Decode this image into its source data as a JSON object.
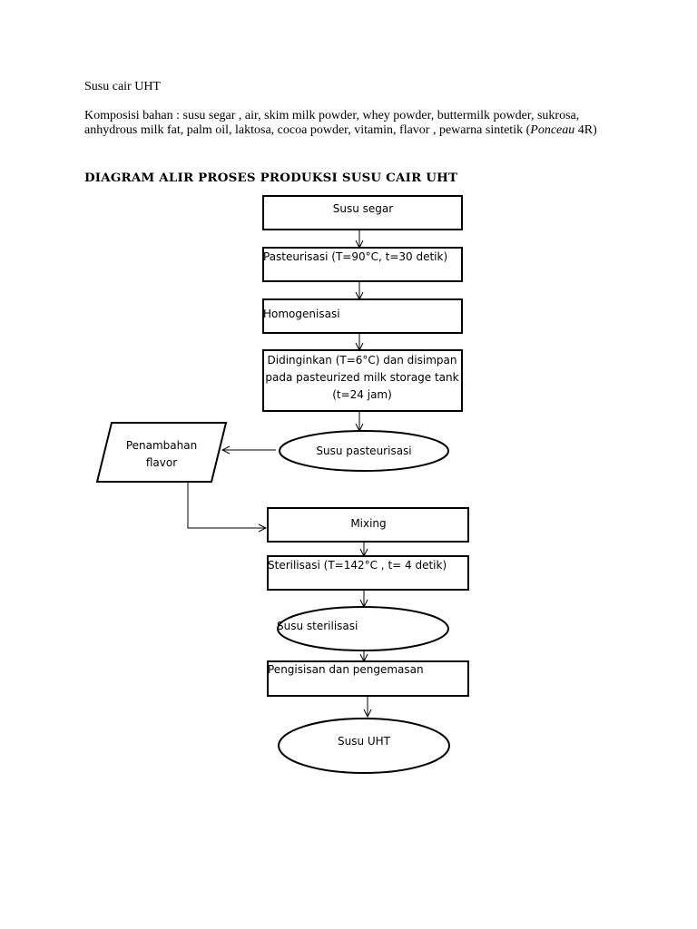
{
  "document": {
    "title": "Susu cair UHT",
    "composition_label": "Komposisi bahan : ",
    "composition_text": "susu segar , air, skim milk powder, whey powder, buttermilk powder, sukrosa, anhydrous milk fat, palm oil, laktosa, cocoa powder, vitamin, flavor , pewarna sintetik (",
    "composition_italic": "Ponceau",
    "composition_end": " 4R)"
  },
  "diagram": {
    "heading": "DIAGRAM ALIR PROSES PRODUKSI SUSU CAIR UHT",
    "nodes": [
      {
        "id": "susu-segar",
        "shape": "rect",
        "lines": [
          "Susu segar"
        ]
      },
      {
        "id": "pasteurisasi",
        "shape": "rect",
        "lines": [
          "Pasteurisasi (T=90°C, t=30 detik)"
        ]
      },
      {
        "id": "homogenisasi",
        "shape": "rect",
        "lines": [
          "Homogenisasi"
        ]
      },
      {
        "id": "didinginkan",
        "shape": "rect",
        "lines": [
          "Didinginkan (T=6°C) dan disimpan",
          "pada pasteurized milk storage tank",
          "(t=24 jam)"
        ]
      },
      {
        "id": "susu-pasteurisasi",
        "shape": "ellipse",
        "lines": [
          "Susu pasteurisasi"
        ]
      },
      {
        "id": "penambahan-flavor",
        "shape": "parallelogram",
        "lines": [
          "Penambahan",
          "flavor"
        ]
      },
      {
        "id": "mixing",
        "shape": "rect",
        "lines": [
          "Mixing"
        ]
      },
      {
        "id": "sterilisasi",
        "shape": "rect",
        "lines": [
          "Sterilisasi (T=142°C , t= 4 detik)"
        ]
      },
      {
        "id": "susu-sterilisasi",
        "shape": "ellipse",
        "lines": [
          "Susu sterilisasi"
        ]
      },
      {
        "id": "pengisisan",
        "shape": "rect",
        "lines": [
          "Pengisisan dan pengemasan"
        ]
      },
      {
        "id": "susu-uht",
        "shape": "ellipse",
        "lines": [
          "Susu UHT"
        ]
      }
    ],
    "edges": [
      [
        "susu-segar",
        "pasteurisasi"
      ],
      [
        "pasteurisasi",
        "homogenisasi"
      ],
      [
        "homogenisasi",
        "didinginkan"
      ],
      [
        "didinginkan",
        "susu-pasteurisasi"
      ],
      [
        "susu-pasteurisasi",
        "penambahan-flavor"
      ],
      [
        "penambahan-flavor",
        "mixing"
      ],
      [
        "mixing",
        "sterilisasi"
      ],
      [
        "sterilisasi",
        "susu-sterilisasi"
      ],
      [
        "susu-sterilisasi",
        "pengisisan"
      ],
      [
        "pengisisan",
        "susu-uht"
      ]
    ]
  }
}
